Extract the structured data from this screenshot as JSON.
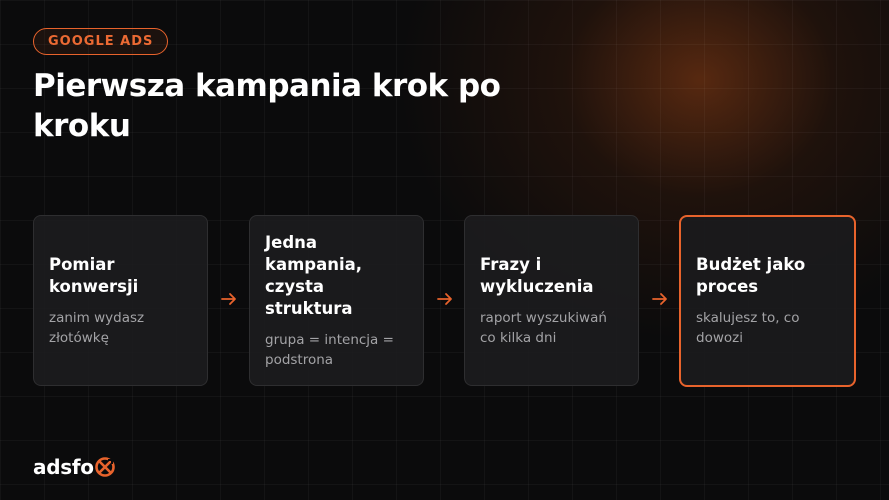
{
  "tag": "GOOGLE ADS",
  "title": "Pierwsza kampania krok po kroku",
  "steps": [
    {
      "title": "Pomiar konwersji",
      "subtitle": "zanim wydasz złotówkę"
    },
    {
      "title": "Jedna kampania, czysta struktura",
      "subtitle": "grupa = intencja = podstrona"
    },
    {
      "title": "Frazy i wykluczenia",
      "subtitle": "raport wyszukiwań co kilka dni"
    },
    {
      "title": "Budżet jako proces",
      "subtitle": "skalujesz to, co dowozi"
    }
  ],
  "logo": {
    "text": "adsfo",
    "mark_icon": "fox-x-logo-icon"
  },
  "colors": {
    "accent": "#e8632c",
    "background": "#0b0b0c",
    "card": "#1c1c1e",
    "muted_text": "#a3a3a6"
  }
}
